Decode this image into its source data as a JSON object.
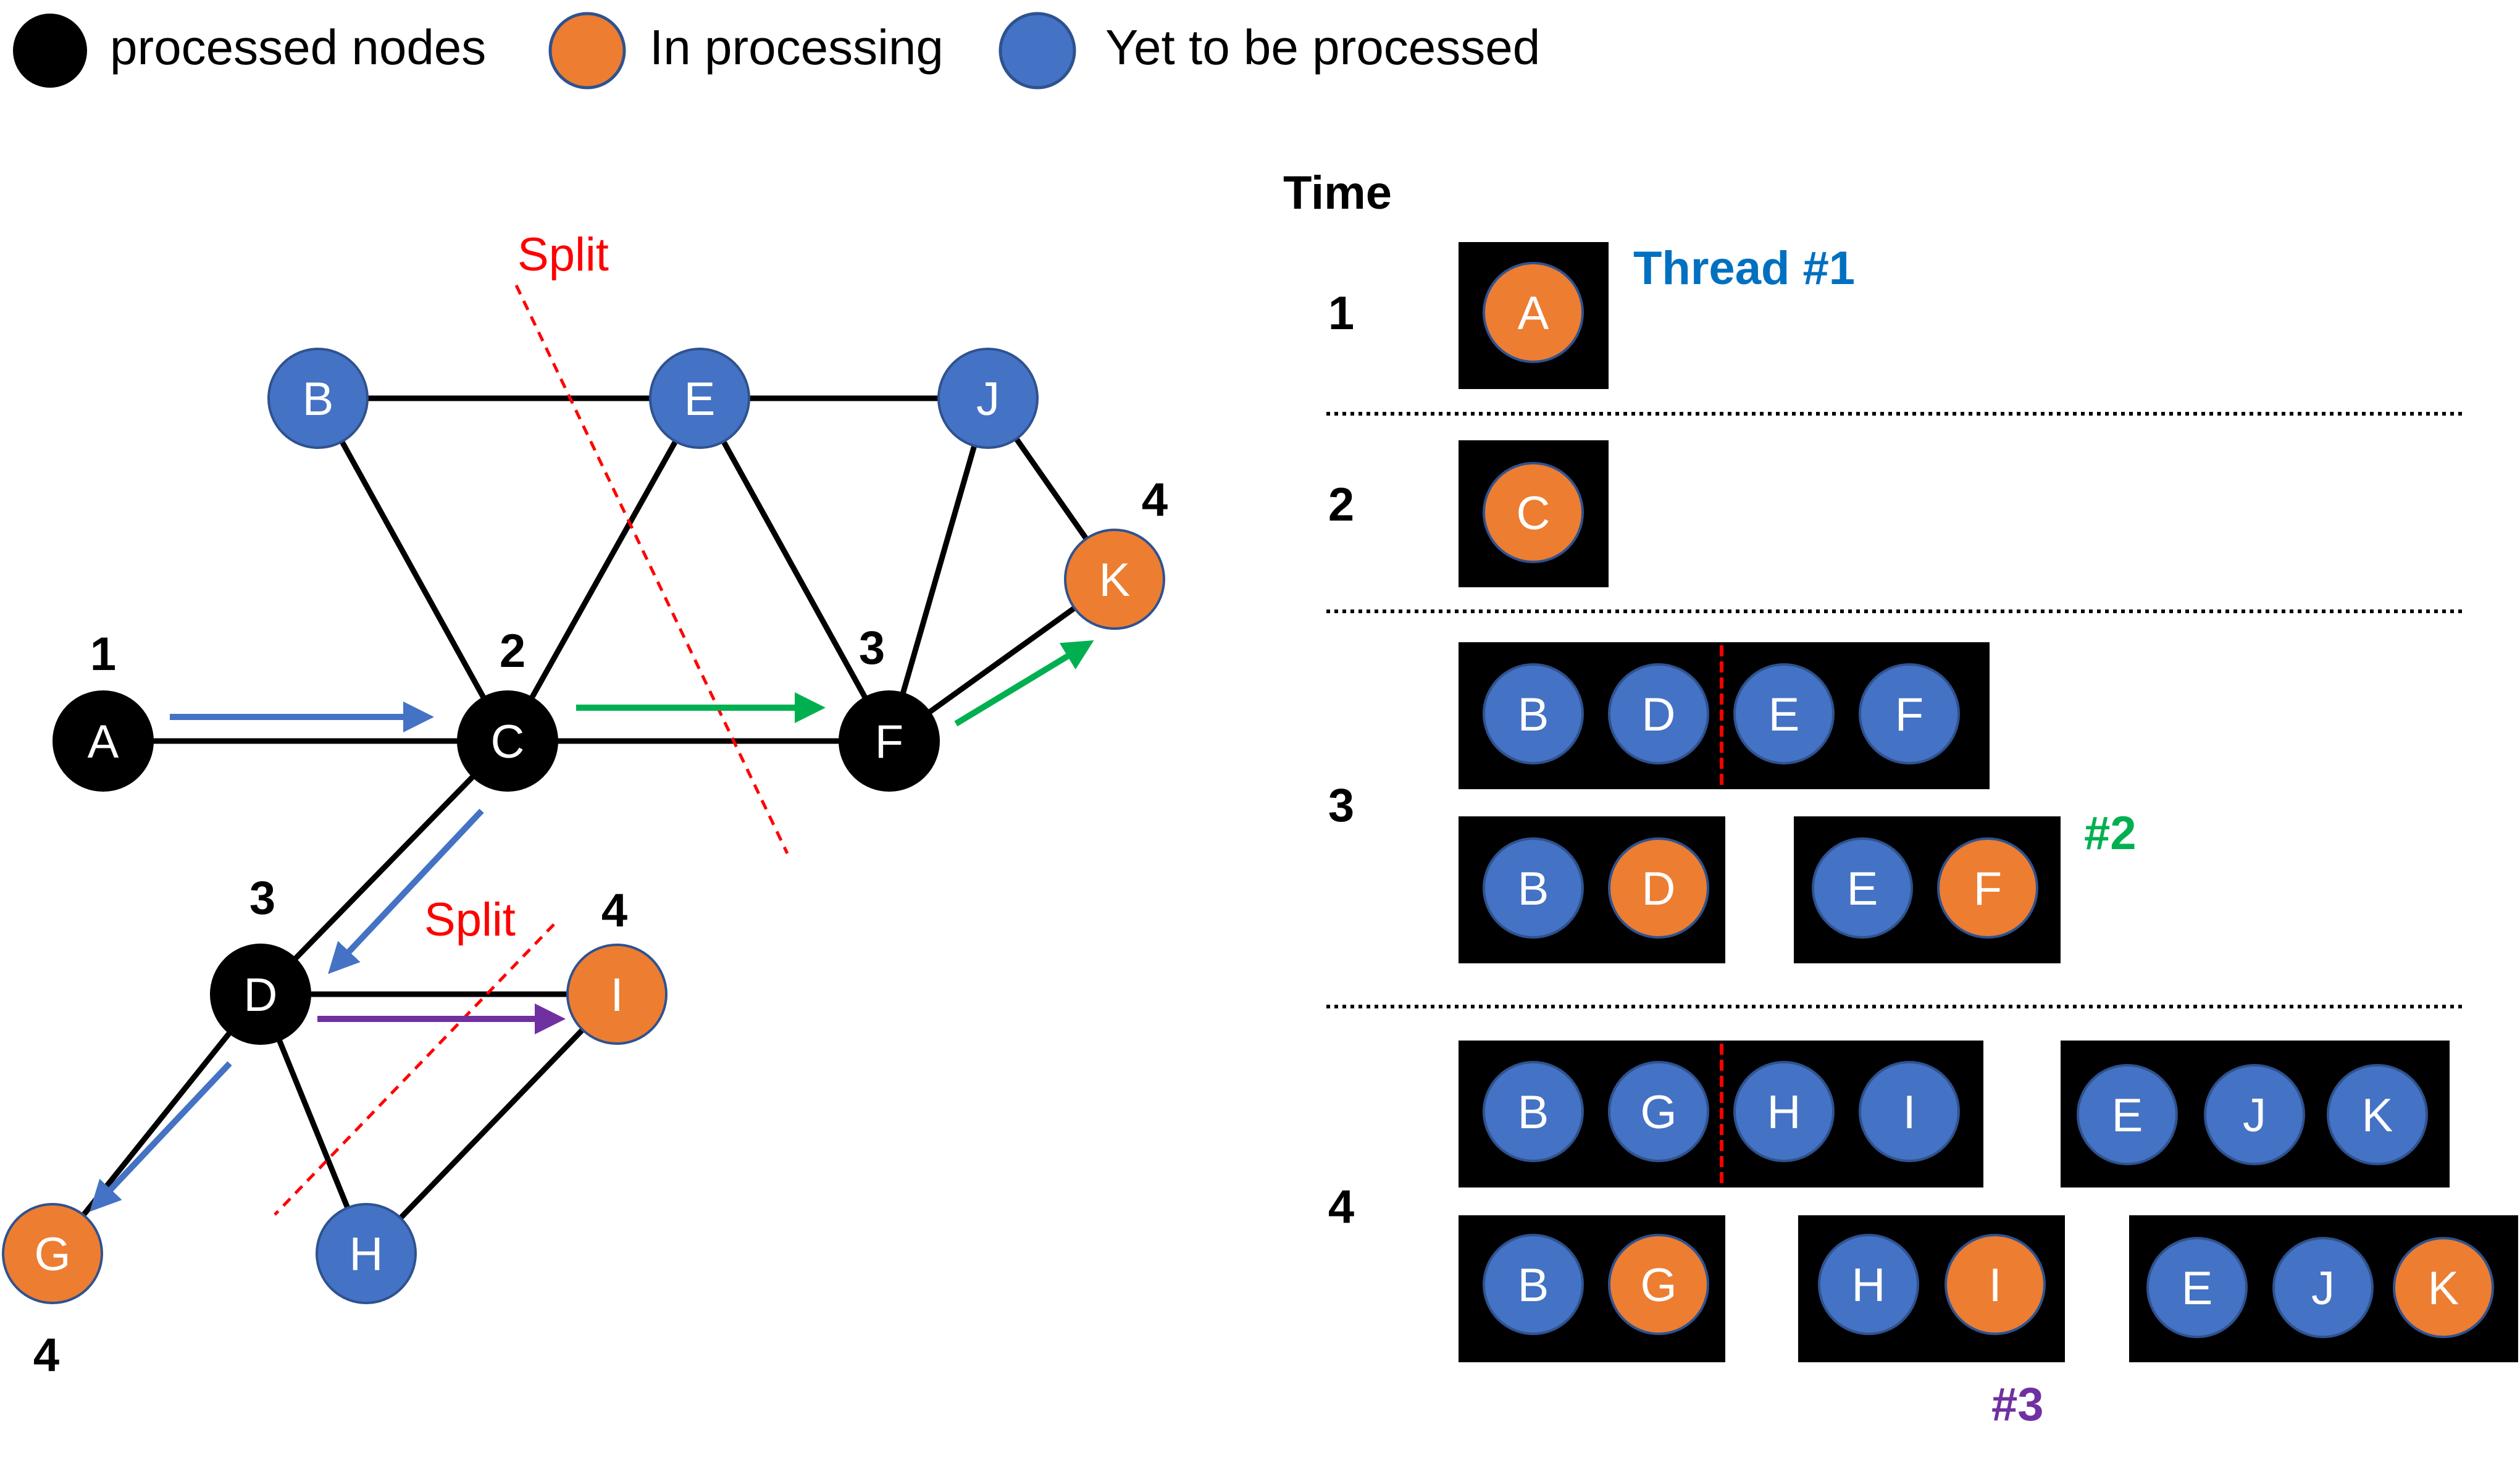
{
  "legend": {
    "processed": "processed nodes",
    "processing": "In processing",
    "pending": "Yet to be processed"
  },
  "colors": {
    "processed": "#000000",
    "processing": "#ED7D31",
    "pending": "#4472C4",
    "node_border": "#2F528F",
    "thread1": "#4472C4",
    "thread1_fill": "#DAE3F3",
    "thread2": "#00B050",
    "thread2_fill": "#E2EFDA",
    "thread3": "#7030A0",
    "thread3_fill": "#E6C3F5",
    "split": "#FF0000"
  },
  "graph": {
    "nodes": {
      "A": {
        "label": "A",
        "state": "processed"
      },
      "B": {
        "label": "B",
        "state": "pending"
      },
      "C": {
        "label": "C",
        "state": "processed"
      },
      "D": {
        "label": "D",
        "state": "processed"
      },
      "E": {
        "label": "E",
        "state": "pending"
      },
      "F": {
        "label": "F",
        "state": "processed"
      },
      "G": {
        "label": "G",
        "state": "processing"
      },
      "H": {
        "label": "H",
        "state": "pending"
      },
      "I": {
        "label": "I",
        "state": "processing"
      },
      "J": {
        "label": "J",
        "state": "pending"
      },
      "K": {
        "label": "K",
        "state": "processing"
      }
    },
    "edges": [
      [
        "A",
        "C"
      ],
      [
        "B",
        "E"
      ],
      [
        "E",
        "J"
      ],
      [
        "B",
        "C"
      ],
      [
        "C",
        "E"
      ],
      [
        "E",
        "F"
      ],
      [
        "C",
        "F"
      ],
      [
        "F",
        "J"
      ],
      [
        "J",
        "K"
      ],
      [
        "F",
        "K"
      ],
      [
        "C",
        "D"
      ],
      [
        "D",
        "I"
      ],
      [
        "D",
        "G"
      ],
      [
        "D",
        "H"
      ],
      [
        "H",
        "I"
      ]
    ],
    "step_labels": {
      "A": "1",
      "C": "2",
      "F": "3",
      "D": "3",
      "K": "4",
      "I": "4",
      "G": "4"
    },
    "split_labels": [
      "Split",
      "Split"
    ]
  },
  "timeline": {
    "title": "Time",
    "rows": [
      {
        "label": "1"
      },
      {
        "label": "2"
      },
      {
        "label": "3"
      },
      {
        "label": "4"
      }
    ],
    "thread_labels": {
      "t1": "Thread #1",
      "t2": "#2",
      "t3": "#3"
    }
  }
}
